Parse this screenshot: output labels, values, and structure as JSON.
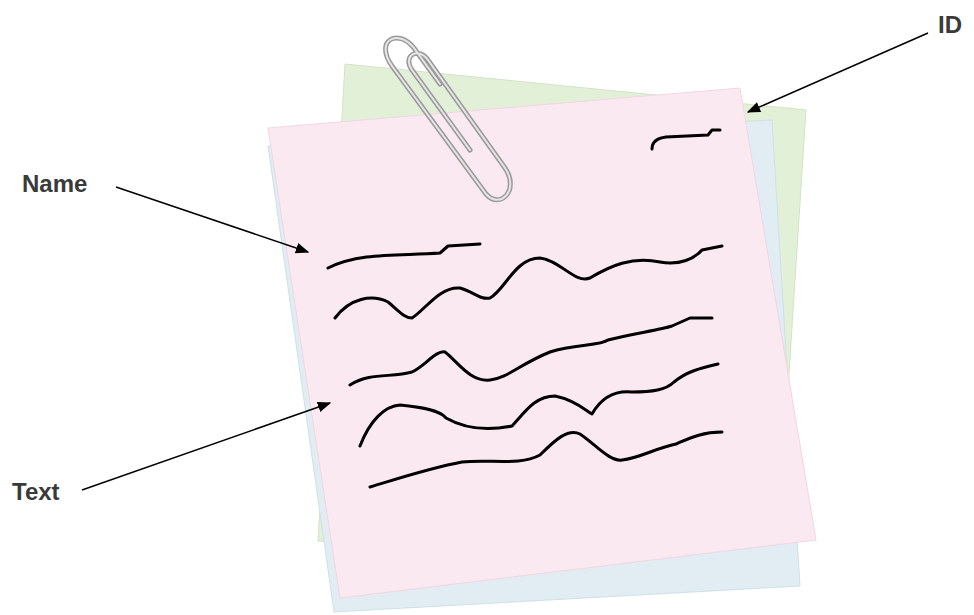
{
  "diagram": {
    "labels": [
      "ID",
      "Name",
      "Text"
    ]
  }
}
